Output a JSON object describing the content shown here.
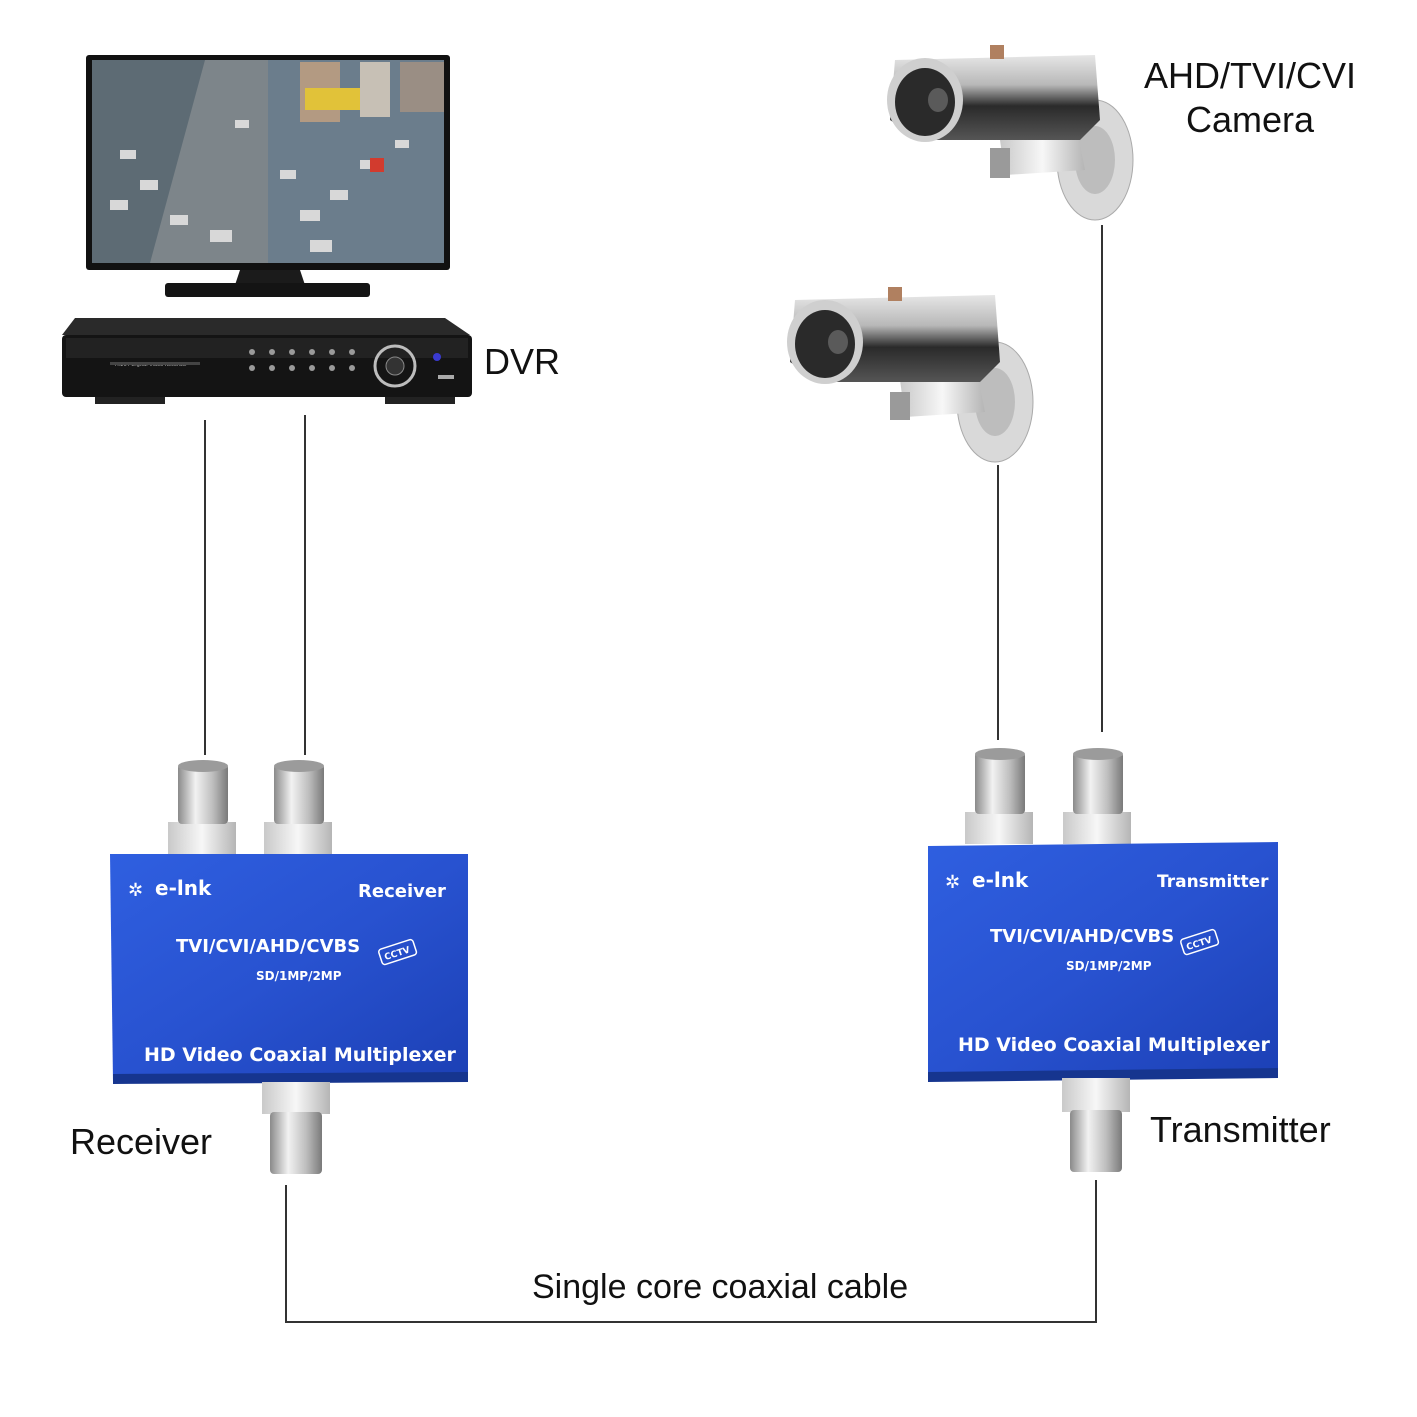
{
  "labels": {
    "camera_line1": "AHD/TVI/CVI",
    "camera_line2": "Camera",
    "dvr": "DVR",
    "receiver": "Receiver",
    "transmitter": "Transmitter",
    "cable": "Single core coaxial cable"
  },
  "receiver_box": {
    "brand": "e-lnk",
    "role": "Receiver",
    "formats": "TVI/CVI/AHD/CVBS",
    "resolutions": "SD/1MP/2MP",
    "product": "HD Video Coaxial Multiplexer",
    "badge": "CCTV"
  },
  "transmitter_box": {
    "brand": "e-lnk",
    "role": "Transmitter",
    "formats": "TVI/CVI/AHD/CVBS",
    "resolutions": "SD/1MP/2MP",
    "product": "HD Video Coaxial Multiplexer",
    "badge": "CCTV"
  },
  "dvr_panel": {
    "model_text": "H.264 Digital Video Recorder"
  },
  "colors": {
    "box_blue": "#2a55d6",
    "box_blue_dark": "#1a3fb0",
    "line": "#333333",
    "metal": "#c8c8c8"
  }
}
